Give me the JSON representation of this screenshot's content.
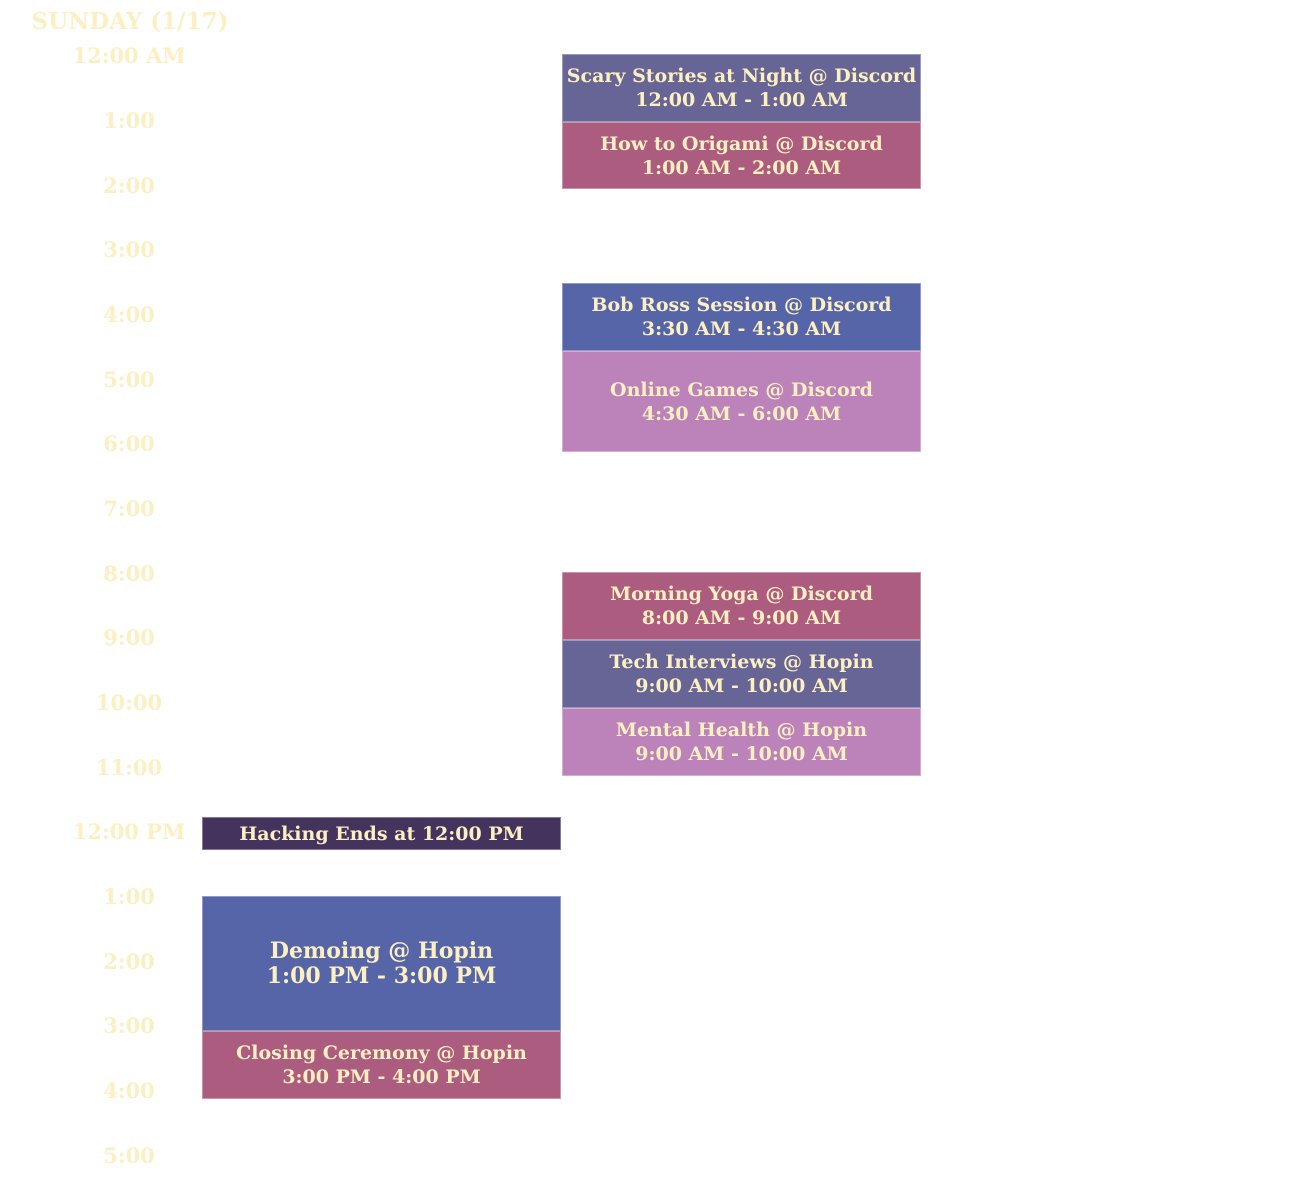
{
  "day_title": "SUNDAY (1/17)",
  "time_labels": [
    "12:00 AM",
    "1:00",
    "2:00",
    "3:00",
    "4:00",
    "5:00",
    "6:00",
    "7:00",
    "8:00",
    "9:00",
    "10:00",
    "11:00",
    "12:00 PM",
    "1:00",
    "2:00",
    "3:00",
    "4:00",
    "5:00"
  ],
  "colors": {
    "text": "#fcefc2",
    "slate_purple": "#676496",
    "rose": "#ac5c7e",
    "blue": "#5565a8",
    "orchid": "#bb83ba",
    "dark_purple": "#44335d"
  },
  "events": [
    {
      "title": "Scary Stories at Night @ Discord",
      "time": "12:00 AM - 1:00 AM",
      "color": "#676496"
    },
    {
      "title": "How to Origami @ Discord",
      "time": "1:00 AM - 2:00 AM",
      "color": "#ac5c7e"
    },
    {
      "title": "Bob Ross Session @ Discord",
      "time": "3:30 AM - 4:30 AM",
      "color": "#5565a8"
    },
    {
      "title": "Online Games @ Discord",
      "time": "4:30 AM - 6:00 AM",
      "color": "#bb83ba"
    },
    {
      "title": "Morning Yoga @ Discord",
      "time": "8:00 AM - 9:00 AM",
      "color": "#ac5c7e"
    },
    {
      "title": "Tech Interviews @ Hopin",
      "time": "9:00 AM - 10:00 AM",
      "color": "#676496"
    },
    {
      "title": "Mental Health @ Hopin",
      "time": "9:00 AM - 10:00 AM",
      "color": "#bb83ba"
    },
    {
      "title": "Hacking Ends at 12:00 PM",
      "time": "",
      "color": "#44335d"
    },
    {
      "title": "Demoing @ Hopin",
      "time": "1:00 PM - 3:00 PM",
      "color": "#5565a8"
    },
    {
      "title": "Closing Ceremony @ Hopin",
      "time": "3:00 PM - 4:00 PM",
      "color": "#ac5c7e"
    }
  ]
}
